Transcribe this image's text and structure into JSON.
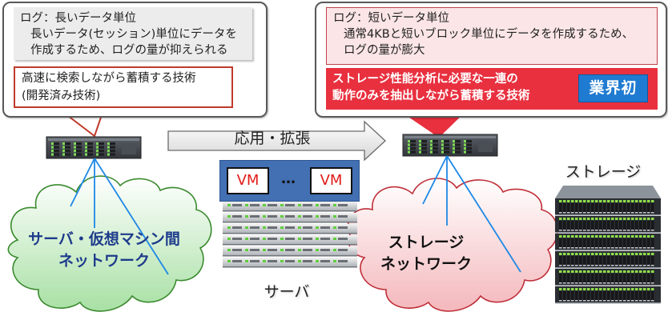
{
  "left_callout": {
    "log_title": "ログ：長いデータ単位",
    "log_lines": [
      "長いデータ(セッション)単位にデータを",
      "作成するため、ログの量が抑えられる"
    ],
    "tech_lines": [
      "高速に検索しながら蓄積する技術",
      "(開発済み技術)"
    ]
  },
  "right_callout": {
    "log_title": "ログ：短いデータ単位",
    "log_lines": [
      "通常4KBと短いブロック単位にデータを作成するため、",
      "ログの量が膨大"
    ],
    "tech_lines": [
      "ストレージ性能分析に必要な一連の",
      "動作のみを抽出しながら蓄積する技術"
    ],
    "badge": "業界初"
  },
  "arrow": {
    "label": "応用・拡張"
  },
  "left_network": {
    "lines": [
      "サーバ・仮想マシン間",
      "ネットワーク"
    ]
  },
  "right_network": {
    "lines": [
      "ストレージ",
      "ネットワーク"
    ]
  },
  "servers": {
    "label": "サーバ",
    "vm_label": "VM",
    "ellipsis": "…"
  },
  "storage": {
    "label": "ストレージ"
  },
  "colors": {
    "accent_red": "#e8303f",
    "badge_blue": "#1f7bd1",
    "link_blue": "#1e88e5",
    "cloud_green": "#3a8a2e",
    "cloud_red": "#c0303a",
    "vm_panel": "#4270b3"
  }
}
